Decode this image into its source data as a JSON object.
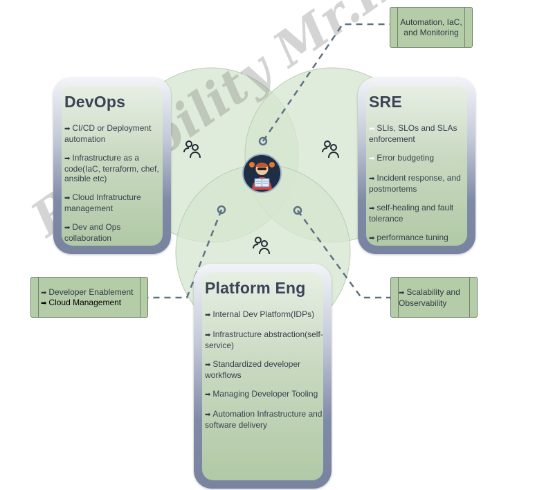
{
  "devops": {
    "title": "DevOps",
    "items": [
      "CI/CD or Deployment automation",
      "Infrastructure as a code(IaC, terraform, chef, ansible etc)",
      "Cloud Infratructure management",
      "Dev and Ops collaboration"
    ]
  },
  "sre": {
    "title": "SRE",
    "items": [
      "SLIs, SLOs and SLAs enforcement",
      "Error budgeting",
      "Incident response, and postmortems",
      "self-healing and fault tolerance",
      "performance tuning"
    ]
  },
  "platform": {
    "title": "Platform Eng",
    "items": [
      "Internal Dev Platform(IDPs)",
      "Infrastructure abstraction(self-service)",
      "Standardized developer workflows",
      "Managing Developer Tooling",
      "Automation Infrastructure and software delivery"
    ]
  },
  "tags": {
    "top": "Automation, IaC, and Monitoring",
    "left_1": "Developer Enablement",
    "left_2": "Cloud Management",
    "right": "Scalability and Observability"
  },
  "watermark": "Reliability Mr.Hacker",
  "colors": {
    "circle_fill": "#d5e6cf",
    "connector": "#5d7185",
    "card_frame": "#7883a0",
    "card_inner": "#b1c9a6",
    "tag_fill": "#b5cca8"
  }
}
